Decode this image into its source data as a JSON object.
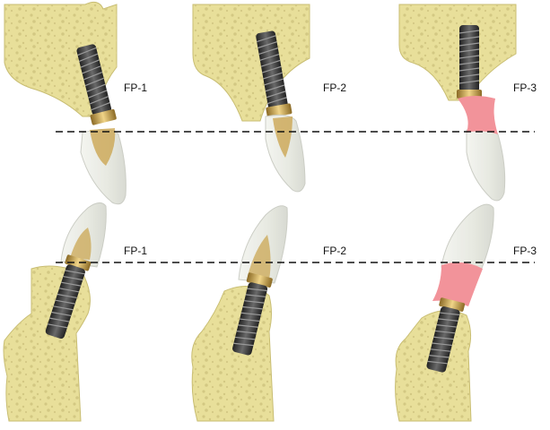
{
  "labels": {
    "top_left": "FP-1",
    "top_middle": "FP-2",
    "top_right": "FP-3",
    "bottom_left": "FP-1",
    "bottom_middle": "FP-2",
    "bottom_right": "FP-3"
  },
  "colors": {
    "bone": "#e8df9a",
    "bone_outline": "#c8bd72",
    "bone_pores": "#d3c883",
    "implant": "#3a3a3a",
    "implant_thread": "#8a8a8a",
    "abutment": "#c9a24a",
    "crown": "#e9ebe4",
    "crown_outline": "#c9cbc2",
    "pink_porcelain": "#f2939a",
    "reference_line": "#111111"
  }
}
